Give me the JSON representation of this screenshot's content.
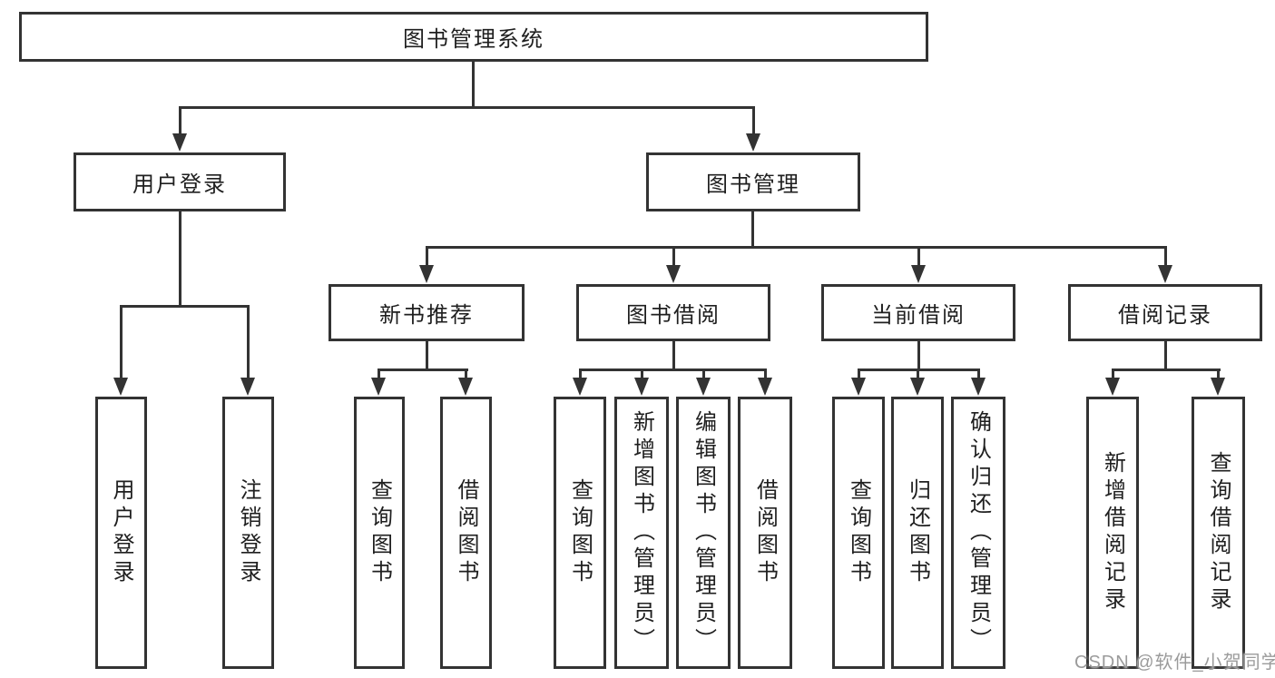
{
  "diagram": {
    "tree": {
      "label": "图书管理系统",
      "children": [
        {
          "label": "用户登录",
          "children": [
            {
              "label": "用户登录"
            },
            {
              "label": "注销登录"
            }
          ]
        },
        {
          "label": "图书管理",
          "children": [
            {
              "label": "新书推荐",
              "children": [
                {
                  "label": "查询图书"
                },
                {
                  "label": "借阅图书"
                }
              ]
            },
            {
              "label": "图书借阅",
              "children": [
                {
                  "label": "查询图书"
                },
                {
                  "label": "新增图书（管理员）"
                },
                {
                  "label": "编辑图书（管理员）"
                },
                {
                  "label": "借阅图书"
                }
              ]
            },
            {
              "label": "当前借阅",
              "children": [
                {
                  "label": "查询图书"
                },
                {
                  "label": "归还图书"
                },
                {
                  "label": "确认归还（管理员）"
                }
              ]
            },
            {
              "label": "借阅记录",
              "children": [
                {
                  "label": "新增借阅记录"
                },
                {
                  "label": "查询借阅记录"
                }
              ]
            }
          ]
        }
      ]
    },
    "watermark": "CSDN @软件_小贺同学",
    "colors": {
      "line": "#333333",
      "box_border": "#333333",
      "text": "#1f1f1f",
      "watermark": "#9b9b9b",
      "background": "#ffffff"
    }
  }
}
